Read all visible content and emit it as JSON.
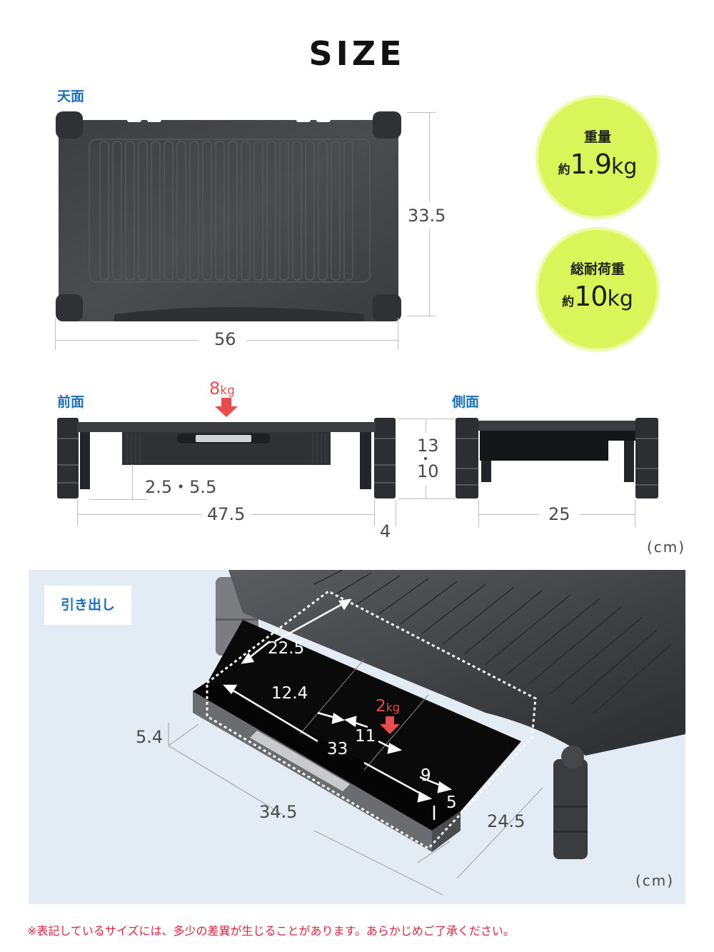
{
  "title": "SIZE",
  "top_view": {
    "label": "天面",
    "width": "56",
    "depth": "33.5"
  },
  "specs": [
    {
      "label": "重量",
      "prefix": "約",
      "value": "1.9",
      "unit": "kg"
    },
    {
      "label": "総耐荷重",
      "prefix": "約",
      "value": "10",
      "unit": "kg"
    }
  ],
  "front_view": {
    "label": "前面",
    "load": {
      "value": "8",
      "unit": "kg"
    },
    "drawer_clearance": "2.5・5.5",
    "inner_width": "47.5",
    "leg_width": "4",
    "height_top": "13",
    "height_bottom": "10",
    "height_sep": "・"
  },
  "side_view": {
    "label": "側面",
    "depth": "25",
    "unit": "(cm)"
  },
  "drawer": {
    "label": "引き出し",
    "depth_outer": "22.5",
    "depth_inner": "12.4",
    "load": {
      "value": "2",
      "unit": "kg"
    },
    "compartment_a": "11",
    "compartment_b": "9",
    "inner_width": "33",
    "inner_height": "5",
    "front_height": "5.4",
    "outer_width": "34.5",
    "outer_depth": "24.5",
    "unit": "(cm)"
  },
  "colors": {
    "accent_blue": "#1d6fb8",
    "badge_green": "#d9f55a",
    "load_red": "#e84d4d",
    "note_red": "#d7263d",
    "panel_bg": "#e3ecf4"
  },
  "footnote": "※表記しているサイズには、多少の差異が生じることがあります。あらかじめご了承ください。"
}
